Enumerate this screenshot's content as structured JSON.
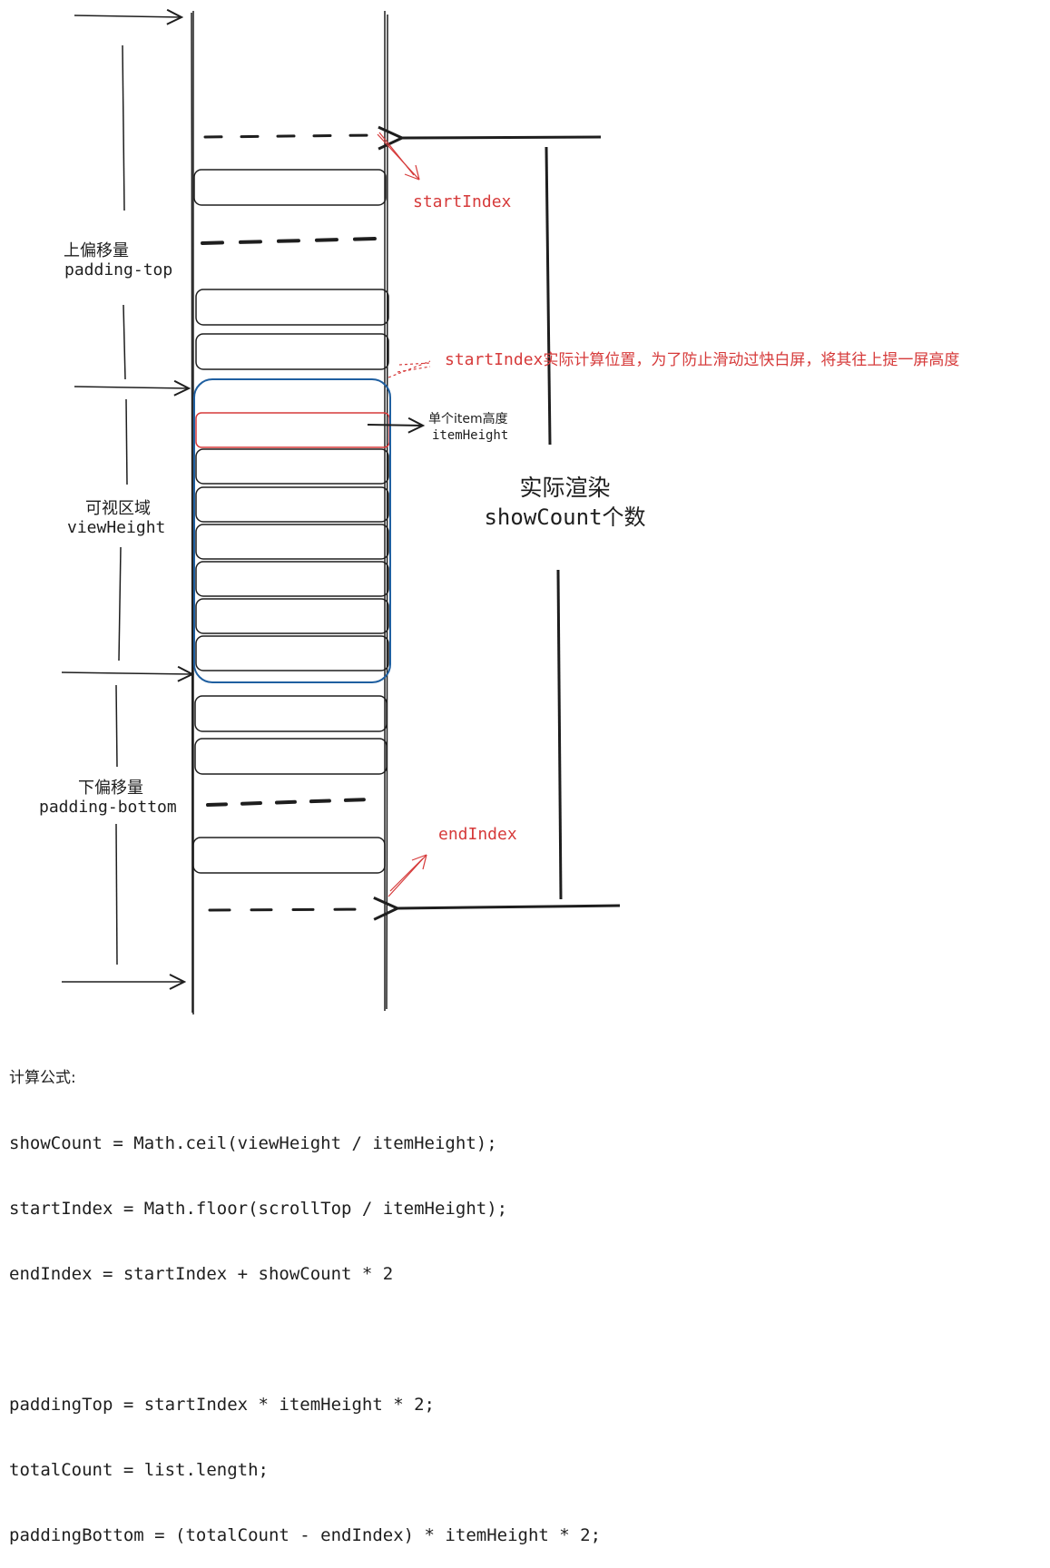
{
  "labels": {
    "top_offset": "上偏移量",
    "padding_top": "padding-top",
    "view_area": "可视区域",
    "view_height": "viewHeight",
    "bottom_offset": "下偏移量",
    "padding_bottom": "padding-bottom",
    "start_index": "startIndex",
    "start_index_actual_code": "startIndex",
    "start_index_actual_text": "实际计算位置，为了防止滑动过快白屏，将其往上提一屏高度",
    "item_height_cn": "单个item高度",
    "item_height": "itemHeight",
    "render_cn": "实际渲染",
    "show_count": "showCount",
    "show_count_suffix": "个数",
    "end_index": "endIndex"
  },
  "formula": {
    "title": "计算公式:",
    "lines": [
      "showCount = Math.ceil(viewHeight / itemHeight);",
      "startIndex = Math.floor(scrollTop / itemHeight);",
      "endIndex = startIndex + showCount * 2",
      "",
      "paddingTop = startIndex * itemHeight * 2;",
      "totalCount = list.length;",
      "paddingBottom = (totalCount - endIndex) * itemHeight * 2;"
    ]
  },
  "colors": {
    "ink": "#1e1e1e",
    "accent_red": "#d63a3a",
    "viewport_blue": "#1f5fa0"
  }
}
